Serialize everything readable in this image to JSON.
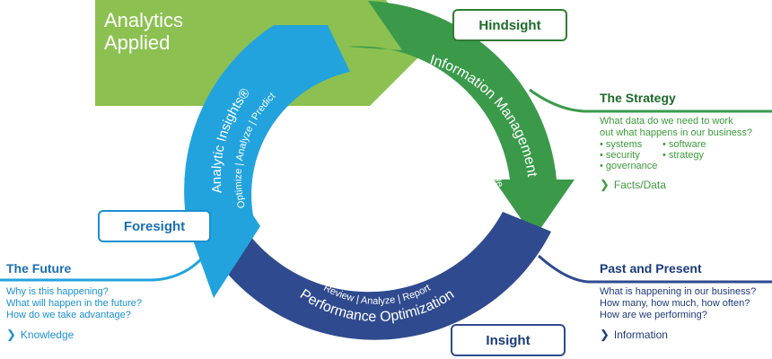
{
  "header": {
    "line1": "Analytics",
    "line2": "Applied"
  },
  "segments": {
    "information_management": {
      "title": "Information Management",
      "sub": "Design | Implement | Manage"
    },
    "analytic_insights": {
      "title": "Analytic Insights®",
      "sub": "Optimize | Analyze | Predict"
    },
    "performance_optimization": {
      "title": "Performance Optimization",
      "sub": "Review | Analyze | Report"
    }
  },
  "badges": {
    "hindsight": "Hindsight",
    "foresight": "Foresight",
    "insight": "Insight"
  },
  "strategy": {
    "title": "The Strategy",
    "question_line1": "What data do we need to work",
    "question_line2": "out what happens in our business?",
    "bullets": [
      "systems",
      "software",
      "security",
      "strategy",
      "governance"
    ],
    "link": "Facts/Data"
  },
  "future": {
    "title": "The Future",
    "lines": [
      "Why is this happening?",
      "What will happen in the future?",
      "How do we take advantage?"
    ],
    "link": "Knowledge"
  },
  "past": {
    "title": "Past and Present",
    "lines": [
      "What is happening in our business?",
      "How many, how much, how often?",
      "How are we performing?"
    ],
    "link": "Information"
  },
  "colors": {
    "green_light": "#8cc152",
    "green_dark": "#3a9a4a",
    "blue_light": "#22a3dd",
    "navy": "#2f4a8e",
    "link_green": "#3c9a3c",
    "link_navy": "#1b3a7a",
    "link_blue": "#1a8fd0"
  }
}
